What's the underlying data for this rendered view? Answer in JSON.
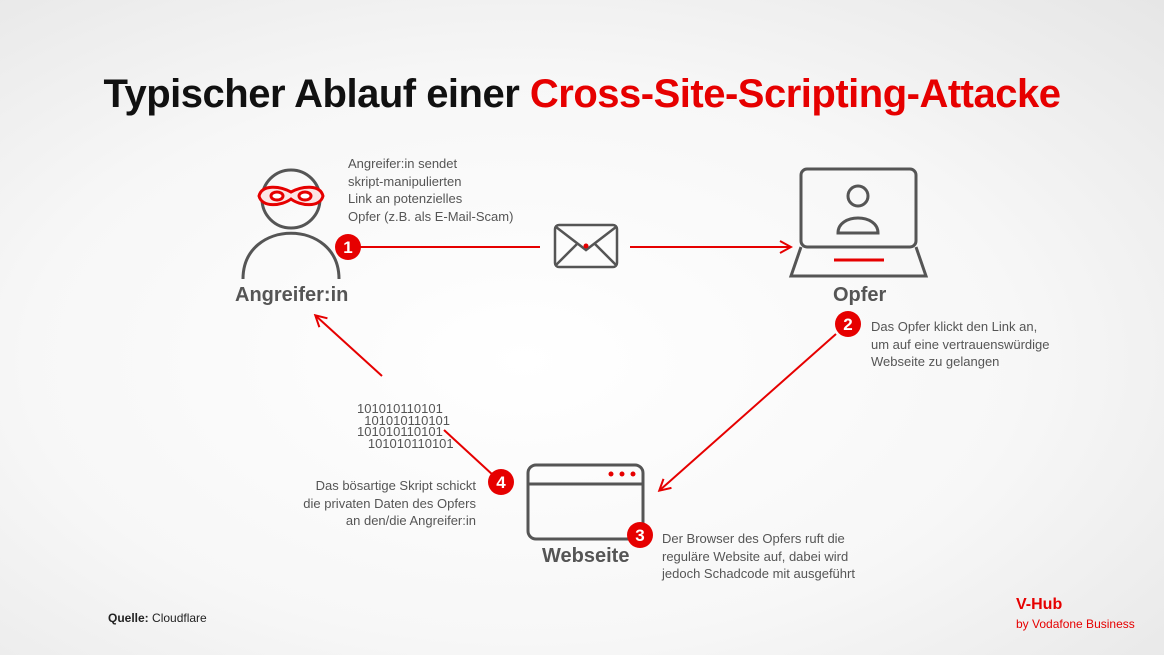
{
  "title": {
    "part1": "Typischer Ablauf einer ",
    "part2": "Cross-Site-Scripting-Attacke"
  },
  "nodes": {
    "attacker": "Angreifer:in",
    "victim": "Opfer",
    "website": "Webseite"
  },
  "steps": [
    {
      "number": "1",
      "lines": [
        "Angreifer:in sendet",
        "skript-manipulierten",
        "Link an potenzielles",
        "Opfer (z.B. als E-Mail-Scam)"
      ]
    },
    {
      "number": "2",
      "lines": [
        "Das Opfer klickt den Link an,",
        "um auf eine vertrauenswürdige",
        "Webseite zu gelangen"
      ]
    },
    {
      "number": "3",
      "lines": [
        "Der Browser des Opfers ruft die",
        "reguläre Website auf, dabei wird",
        "jedoch Schadcode mit ausgeführt"
      ]
    },
    {
      "number": "4",
      "lines": [
        "Das bösartige Skript schickt",
        "die privaten Daten des Opfers",
        "an den/die Angreifer:in"
      ]
    }
  ],
  "binary": [
    "101010110101",
    "  101010110101",
    "101010110101",
    "   101010110101"
  ],
  "source": {
    "label": "Quelle:",
    "value": " Cloudflare"
  },
  "brand": {
    "name": "V-Hub",
    "sub": "by Vodafone Business"
  },
  "colors": {
    "accent": "#e60000",
    "icon": "#555555"
  }
}
